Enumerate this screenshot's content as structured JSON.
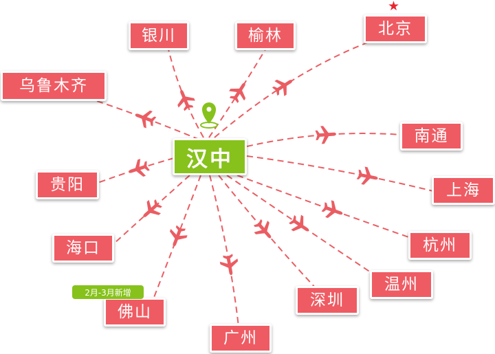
{
  "hub": {
    "name": "汉中"
  },
  "destinations": [
    {
      "key": "yinchuan",
      "name": "银川"
    },
    {
      "key": "yulin",
      "name": "榆林"
    },
    {
      "key": "beijing",
      "name": "北京"
    },
    {
      "key": "urumqi",
      "name": "乌鲁木齐"
    },
    {
      "key": "nantong",
      "name": "南通"
    },
    {
      "key": "guiyang",
      "name": "贵阳"
    },
    {
      "key": "shanghai",
      "name": "上海"
    },
    {
      "key": "haikou",
      "name": "海口"
    },
    {
      "key": "hangzhou",
      "name": "杭州"
    },
    {
      "key": "wenzhou",
      "name": "温州"
    },
    {
      "key": "shenzhen",
      "name": "深圳"
    },
    {
      "key": "foshan",
      "name": "佛山"
    },
    {
      "key": "guangzhou",
      "name": "广州"
    }
  ],
  "badge": {
    "text": "2月-3月新增"
  },
  "colors": {
    "route": "#ea5d63",
    "city": "#ef5b63",
    "hub": "#86c21b",
    "star": "#e8262d"
  },
  "icons": {
    "hub_marker": "location-pin-icon",
    "plane": "airplane-icon",
    "capital": "star-icon"
  }
}
